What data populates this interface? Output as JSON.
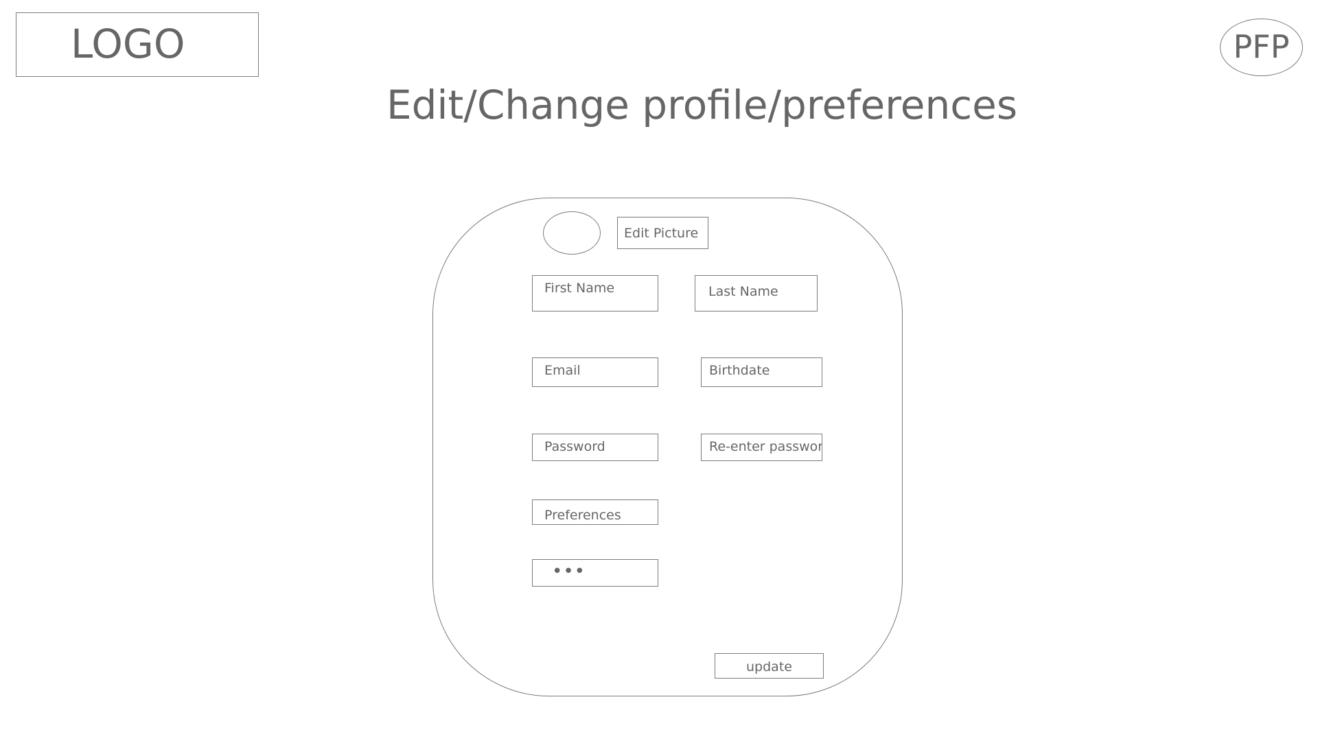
{
  "header": {
    "logo_text": "LOGO",
    "profile_button_text": "PFP",
    "page_title": "Edit/Change profile/preferences"
  },
  "profile_card": {
    "edit_picture_label": "Edit Picture",
    "fields": {
      "first_name": "First Name",
      "last_name": "Last Name",
      "email": "Email",
      "birthdate": "Birthdate",
      "password": "Password",
      "reenter_password": "Re-enter password",
      "preferences": "Preferences",
      "more": "•••"
    },
    "update_label": "update"
  },
  "colors": {
    "stroke": "#7a7a7a",
    "text": "#666666",
    "background": "#ffffff"
  }
}
